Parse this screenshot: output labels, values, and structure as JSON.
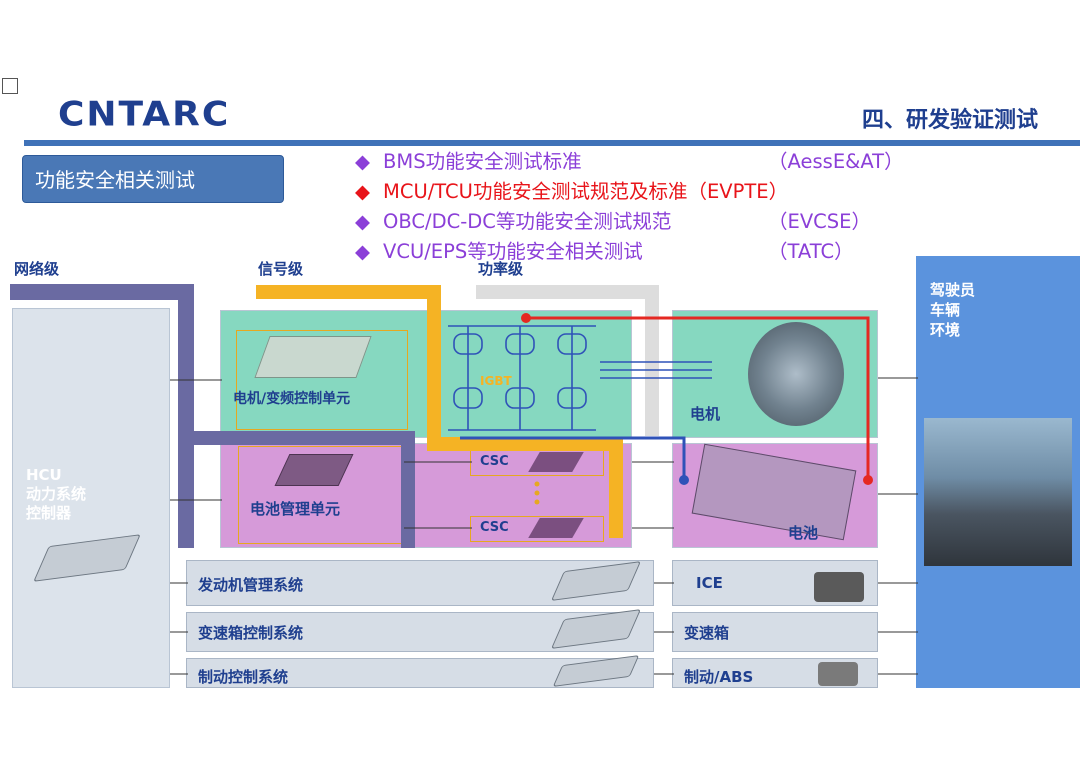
{
  "header": {
    "logo": "CNTARC",
    "section_title": "四、研发验证测试"
  },
  "topic": "功能安全相关测试",
  "bullets": [
    {
      "marker": "◆",
      "text": "BMS功能安全测试标准",
      "org": "（AessE&AT）",
      "color": "#8b3fd8"
    },
    {
      "marker": "◆",
      "text": "MCU/TCU功能安全测试规范及标准",
      "org": "（EVPTE）",
      "color": "#e8141a"
    },
    {
      "marker": "◆",
      "text": "OBC/DC-DC等功能安全测试规范",
      "org": "（EVCSE）",
      "color": "#8b3fd8"
    },
    {
      "marker": "◆",
      "text": "VCU/EPS等功能安全相关测试",
      "org": "（TATC）",
      "color": "#8b3fd8"
    }
  ],
  "levels": {
    "network": "网络级",
    "signal": "信号级",
    "power": "功率级"
  },
  "hcu": {
    "line1": "HCU",
    "line2": "动力系统",
    "line3": "控制器"
  },
  "blocks": {
    "motor_controller": "电机/变频控制单元",
    "igbt": "IGBT",
    "motor": "电机",
    "bms": "电池管理单元",
    "csc1": "CSC",
    "csc2": "CSC",
    "battery": "电池"
  },
  "rows": [
    {
      "system": "发动机管理系统",
      "component": "ICE"
    },
    {
      "system": "变速箱控制系统",
      "component": "变速箱"
    },
    {
      "system": "制动控制系统",
      "component": "制动/ABS"
    }
  ],
  "environment": {
    "line1": "驾驶员",
    "line2": "车辆",
    "line3": "环境"
  },
  "colors": {
    "network_bus": "#6a6aa2",
    "signal_bus": "#f5b324",
    "power_bus": "#dddddd",
    "power_line_red": "#e52822",
    "blue_line": "#2f52b8"
  }
}
